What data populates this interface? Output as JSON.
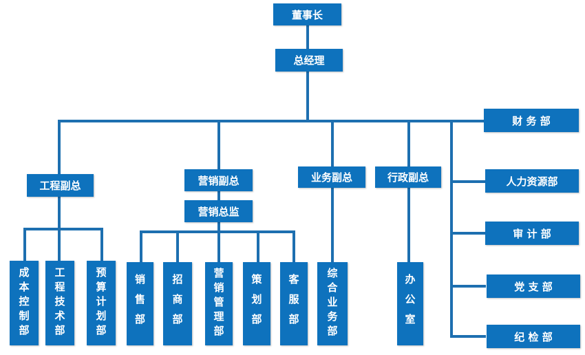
{
  "org": {
    "chairman": "董事长",
    "gm": "总经理",
    "vp_engineering": "工程副总",
    "vp_marketing": "营销副总",
    "marketing_director": "营销总监",
    "vp_business": "业务副总",
    "vp_admin": "行政副总",
    "finance": "财 务 部",
    "hr": "人力资源部",
    "audit": "审 计 部",
    "party": "党 支 部",
    "discipline": "纪 检 部",
    "cost_control": "成本控制部",
    "eng_tech": "工程技术部",
    "budget_plan": "预算计划部",
    "sales": "销售部",
    "investment": "招商部",
    "marketing_mgmt": "营销管理部",
    "planning": "策划部",
    "customer_service": "客服部",
    "general_business": "综合业务部",
    "office": "办公室"
  }
}
